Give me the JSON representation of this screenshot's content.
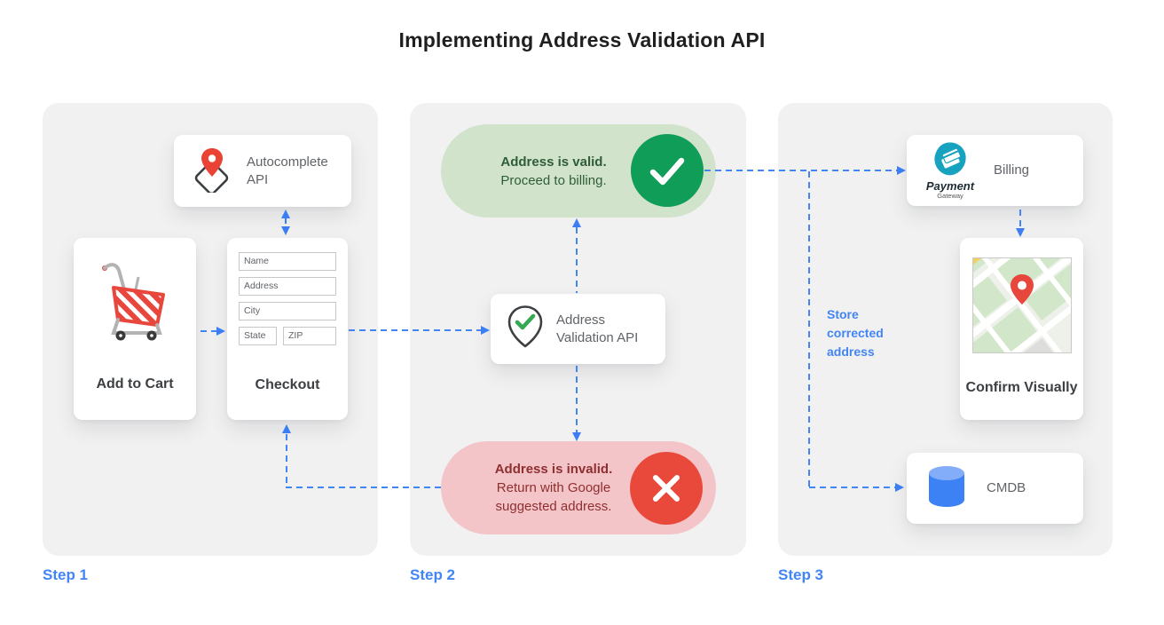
{
  "title": "Implementing Address Validation API",
  "colors": {
    "accent_blue": "#4285f4",
    "valid_green": "#0f9d58",
    "valid_pill_bg": "#d2e3cc",
    "invalid_red": "#e8493b",
    "invalid_pill_bg": "#f4c5c8",
    "panel_gray": "#f1f1f2"
  },
  "icons": {
    "autocomplete": "map-pin-on-diamond-icon",
    "validation": "map-pin-with-check-icon",
    "cart": "shopping-cart-icon",
    "valid": "check-circle-icon",
    "invalid": "cross-circle-icon",
    "billing": "payment-gateway-logo",
    "confirm": "map-thumbnail-with-pin",
    "cmdb": "database-cylinder-icon"
  },
  "step1": {
    "label": "Step 1",
    "autocomplete_card": {
      "title": "Autocomplete API"
    },
    "add_to_cart_card": {
      "label": "Add to Cart"
    },
    "checkout_card": {
      "label": "Checkout",
      "fields": [
        "Name",
        "Address",
        "City",
        "State",
        "ZIP"
      ]
    }
  },
  "step2": {
    "label": "Step 2",
    "valid_pill": {
      "title": "Address is valid.",
      "subtitle": "Proceed to billing."
    },
    "api_card": {
      "title": "Address Validation API"
    },
    "invalid_pill": {
      "title": "Address is invalid.",
      "subtitle": "Return with Google suggested address."
    }
  },
  "step3": {
    "label": "Step 3",
    "billing_card": {
      "label": "Billing",
      "logo_title": "Payment",
      "logo_subtitle": "Gateway"
    },
    "confirm_card": {
      "label": "Confirm Visually"
    },
    "cmdb_card": {
      "label": "CMDB"
    },
    "store_note": "Store corrected address"
  }
}
